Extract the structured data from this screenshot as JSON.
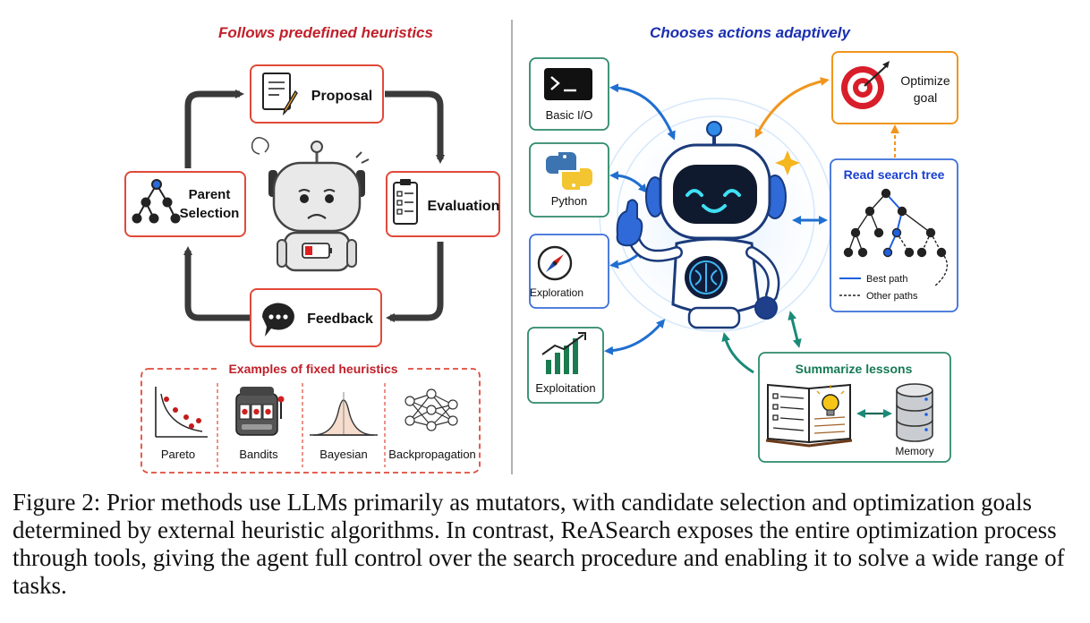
{
  "left_panel": {
    "title": "Follows predefined heuristics",
    "cycle": {
      "proposal": "Proposal",
      "evaluation": "Evaluation",
      "feedback": "Feedback",
      "parent_selection": "Parent Selection"
    },
    "examples_title": "Examples of fixed heuristics",
    "examples": [
      "Pareto",
      "Bandits",
      "Bayesian",
      "Backpropagation"
    ]
  },
  "right_panel": {
    "title": "Chooses actions adaptively",
    "tools": [
      "Basic I/O",
      "Python",
      "Exploration",
      "Exploitation"
    ],
    "optimize_goal": "Optimize goal",
    "read_search_tree": "Read search tree",
    "legend_best": "Best path",
    "legend_other": "Other paths",
    "summarize_lessons": "Summarize lessons",
    "memory": "Memory"
  },
  "caption": "Figure 2: Prior methods use LLMs primarily as mutators, with candidate selection and optimization goals determined by external heuristic algorithms. In contrast, ReASearch exposes the entire optimization process through tools, giving the agent full control over the search procedure and enabling it to solve a wide range of tasks.",
  "colors": {
    "red": "#c0202a",
    "red_border": "#e04a3a",
    "blue_title": "#1a2fb0",
    "green_border": "#2e8a6a",
    "blue_border": "#3a6fd8",
    "orange": "#f0961e",
    "teal": "#1a8a78",
    "arrow_blue": "#1f6fd0"
  }
}
